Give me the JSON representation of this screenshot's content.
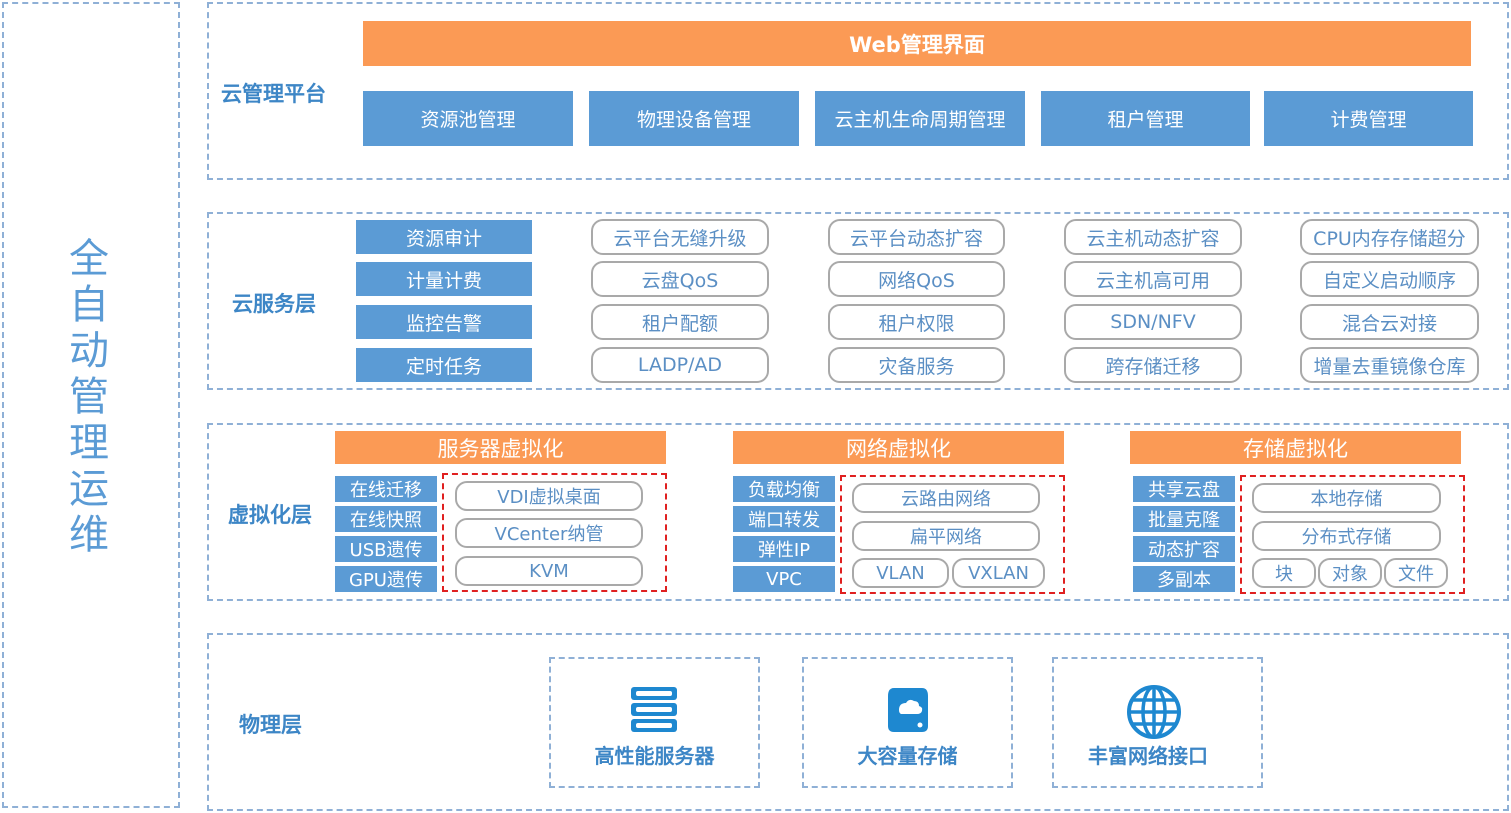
{
  "side_title": [
    "全",
    "自",
    "动",
    "管",
    "理",
    "运",
    "维"
  ],
  "mgmt": {
    "title": "云管理平台",
    "web_ui": "Web管理界面",
    "modules": [
      "资源池管理",
      "物理设备管理",
      "云主机生命周期管理",
      "租户管理",
      "计费管理"
    ]
  },
  "service": {
    "title": "云服务层",
    "blue_items": [
      "资源审计",
      "计量计费",
      "监控告警",
      "定时任务"
    ],
    "columns": [
      [
        "云平台无缝升级",
        "云盘QoS",
        "租户配额",
        "LADP/AD"
      ],
      [
        "云平台动态扩容",
        "网络QoS",
        "租户权限",
        "灾备服务"
      ],
      [
        "云主机动态扩容",
        "云主机高可用",
        "SDN/NFV",
        "跨存储迁移"
      ],
      [
        "CPU内存存储超分",
        "自定义启动顺序",
        "混合云对接",
        "增量去重镜像仓库"
      ]
    ]
  },
  "virt": {
    "title": "虚拟化层",
    "server": {
      "header": "服务器虚拟化",
      "blue_items": [
        "在线迁移",
        "在线快照",
        "USB遗传",
        "GPU遗传"
      ],
      "pills": [
        "VDI虚拟桌面",
        "VCenter纳管",
        "KVM"
      ]
    },
    "network": {
      "header": "网络虚拟化",
      "blue_items": [
        "负载均衡",
        "端口转发",
        "弹性IP",
        "VPC"
      ],
      "pills": [
        "云路由网络",
        "扁平网络"
      ],
      "pill_pair": [
        "VLAN",
        "VXLAN"
      ]
    },
    "storage": {
      "header": "存储虚拟化",
      "blue_items": [
        "共享云盘",
        "批量克隆",
        "动态扩容",
        "多副本"
      ],
      "pills": [
        "本地存储",
        "分布式存储"
      ],
      "pill_trio": [
        "块",
        "对象",
        "文件"
      ]
    }
  },
  "physical": {
    "title": "物理层",
    "cards": [
      {
        "label": "高性能服务器",
        "icon": "server-icon"
      },
      {
        "label": "大容量存储",
        "icon": "storage-icon"
      },
      {
        "label": "丰富网络接口",
        "icon": "globe-icon"
      }
    ]
  },
  "colors": {
    "blue": "#5b9bd5",
    "orange": "#fb9a55",
    "dash": "#8fb0d6",
    "red": "#e02020",
    "text": "#3d86c6"
  }
}
